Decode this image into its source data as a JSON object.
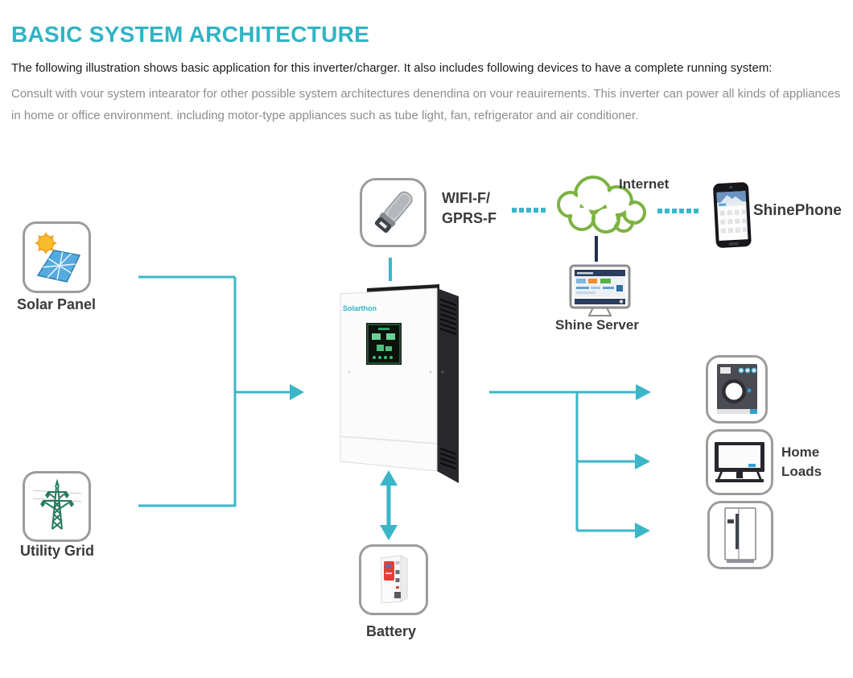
{
  "page": {
    "title": "BASIC SYSTEM ARCHITECTURE",
    "intro": "The following illustration shows basic application for this inverter/charger. It also includes following devices to have a complete running system:",
    "note": "Consult with vour system intearator for other possible system architectures denendina on vour reauirements. This inverter can power all kinds of appliances in home or office environment. including motor-type appliances such as tube light, fan, refrigerator and air conditioner."
  },
  "nodes": {
    "solar_panel": {
      "label": "Solar Panel"
    },
    "utility_grid": {
      "label": "Utility Grid"
    },
    "wifi_module": {
      "line1": "WIFI-F/",
      "line2": "GPRS-F"
    },
    "internet": {
      "label": "Internet"
    },
    "shinephone": {
      "label": "ShinePhone"
    },
    "shine_server": {
      "label": "Shine Server"
    },
    "inverter": {
      "brand": "Solarthon"
    },
    "battery": {
      "label": "Battery"
    },
    "home_loads": {
      "line1": "Home",
      "line2": "Loads"
    }
  },
  "colors": {
    "accent": "#2fb4c4",
    "arrow": "#3bb6c9",
    "navy": "#223050",
    "cloud-green": "#7cb342"
  }
}
